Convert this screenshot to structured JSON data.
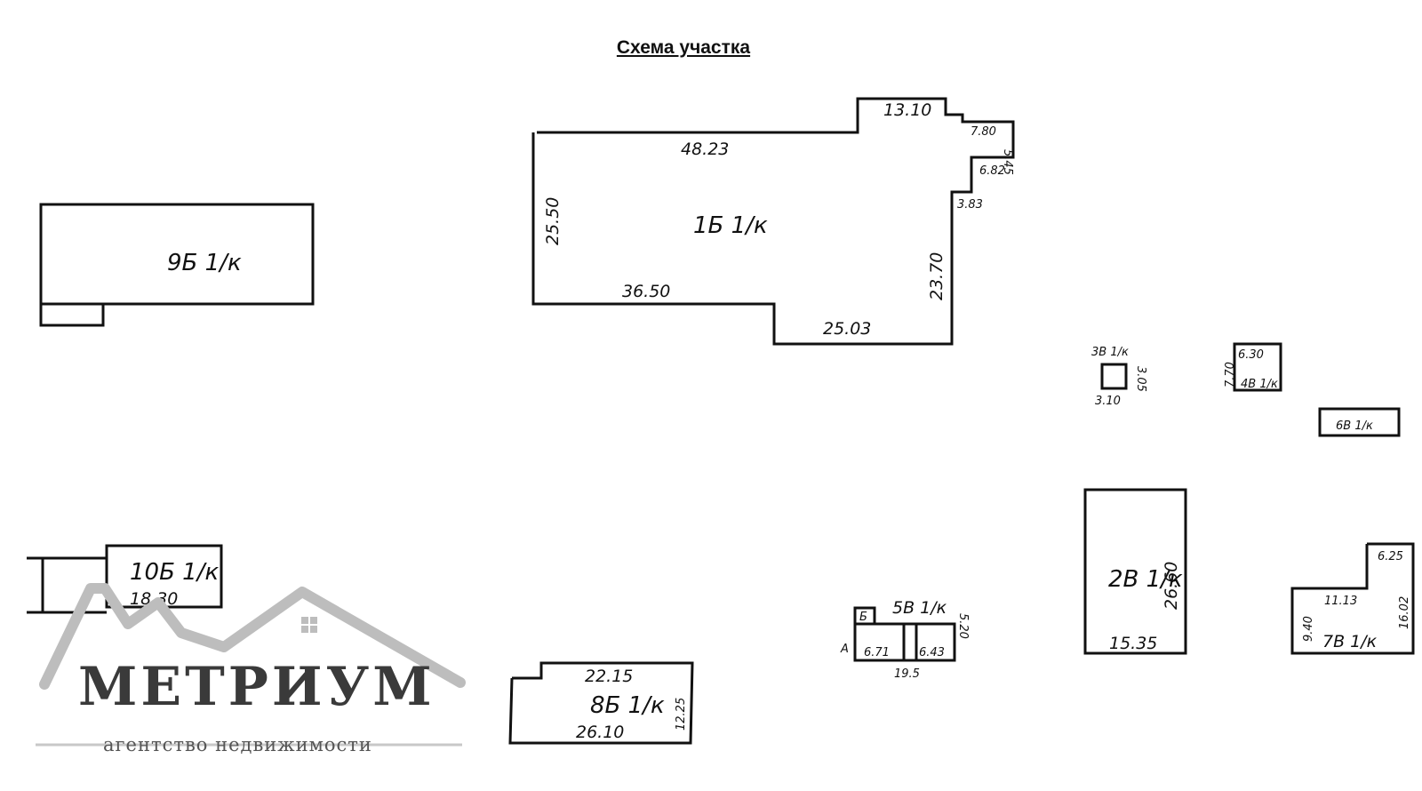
{
  "title": "Схема участка",
  "buildings": {
    "b9": {
      "label": "9Б 1/к"
    },
    "b1": {
      "label": "1Б 1/к",
      "dims": [
        "48.23",
        "13.10",
        "7.80",
        "5.45",
        "6.82",
        "3.83",
        "25.50",
        "36.50",
        "25.03",
        "23.70"
      ]
    },
    "b3": {
      "label": "3В 1/к",
      "dims": [
        "3.10",
        "3.05"
      ]
    },
    "b4": {
      "label": "4В 1/к",
      "dims": [
        "6.30",
        "7.70"
      ]
    },
    "b6": {
      "label": "6В 1/к"
    },
    "b10": {
      "label": "10Б 1/к",
      "dims": [
        "18.30"
      ]
    },
    "b5": {
      "label": "5В 1/к",
      "dims": [
        "6.71",
        "6.43",
        "5.20",
        "19.5"
      ],
      "marks": [
        "Б",
        "А"
      ]
    },
    "b2": {
      "label": "2В 1/к",
      "dims": [
        "26.60",
        "15.35"
      ]
    },
    "b7": {
      "label": "7В 1/к",
      "dims": [
        "6.25",
        "11.13",
        "9.40",
        "16.02"
      ]
    },
    "b8": {
      "label": "8Б 1/к",
      "dims": [
        "22.15",
        "12.25",
        "26.10"
      ]
    }
  },
  "logo": {
    "name": "МЕТРИУМ",
    "subtitle": "агентство недвижимости"
  }
}
